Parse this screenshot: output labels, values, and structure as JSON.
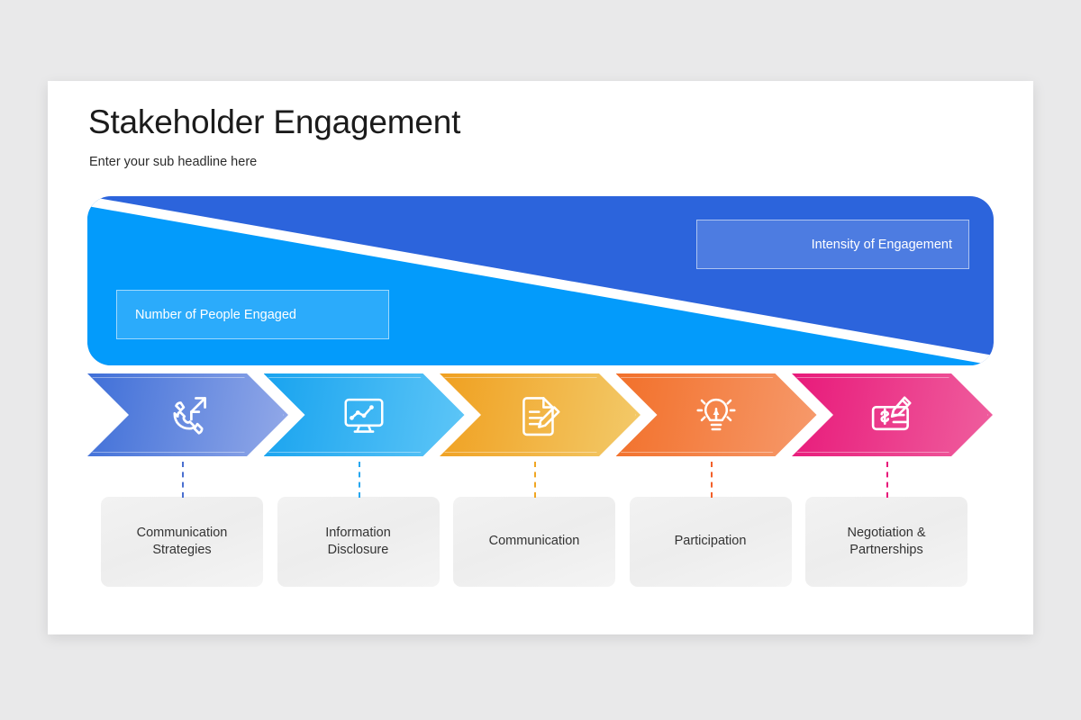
{
  "slide": {
    "title": "Stakeholder Engagement",
    "subtitle": "Enter your sub headline here"
  },
  "banner": {
    "intensity_label": "Intensity of Engagement",
    "people_label": "Number of People Engaged",
    "dark_color": "#2c64dc",
    "light_color": "#039bfb"
  },
  "stages": [
    {
      "icon": "phone-expand-icon",
      "label": "Communication\nStrategies",
      "label_line1": "Communication",
      "label_line2": "Strategies",
      "color_from": "#3f6fd8",
      "color_to": "#93a9e8",
      "dash_color": "#4a6fd0"
    },
    {
      "icon": "monitor-chart-icon",
      "label": "Information\nDisclosure",
      "label_line1": "Information",
      "label_line2": "Disclosure",
      "color_from": "#18a3ef",
      "color_to": "#5ec6f7",
      "dash_color": "#27a7ef"
    },
    {
      "icon": "document-pencil-icon",
      "label": "Communication",
      "label_line1": "Communication",
      "label_line2": "",
      "color_from": "#f0a020",
      "color_to": "#f3ca6a",
      "dash_color": "#f0a623"
    },
    {
      "icon": "lightbulb-icon",
      "label": "Participation",
      "label_line1": "Participation",
      "label_line2": "",
      "color_from": "#f2702a",
      "color_to": "#f69a6c",
      "dash_color": "#f2602a"
    },
    {
      "icon": "cheque-pen-icon",
      "label": "Negotiation &\nPartnerships",
      "label_line1": "Negotiation &",
      "label_line2": "Partnerships",
      "color_from": "#e8197a",
      "color_to": "#ef5f9e",
      "dash_color": "#e8197a"
    }
  ]
}
